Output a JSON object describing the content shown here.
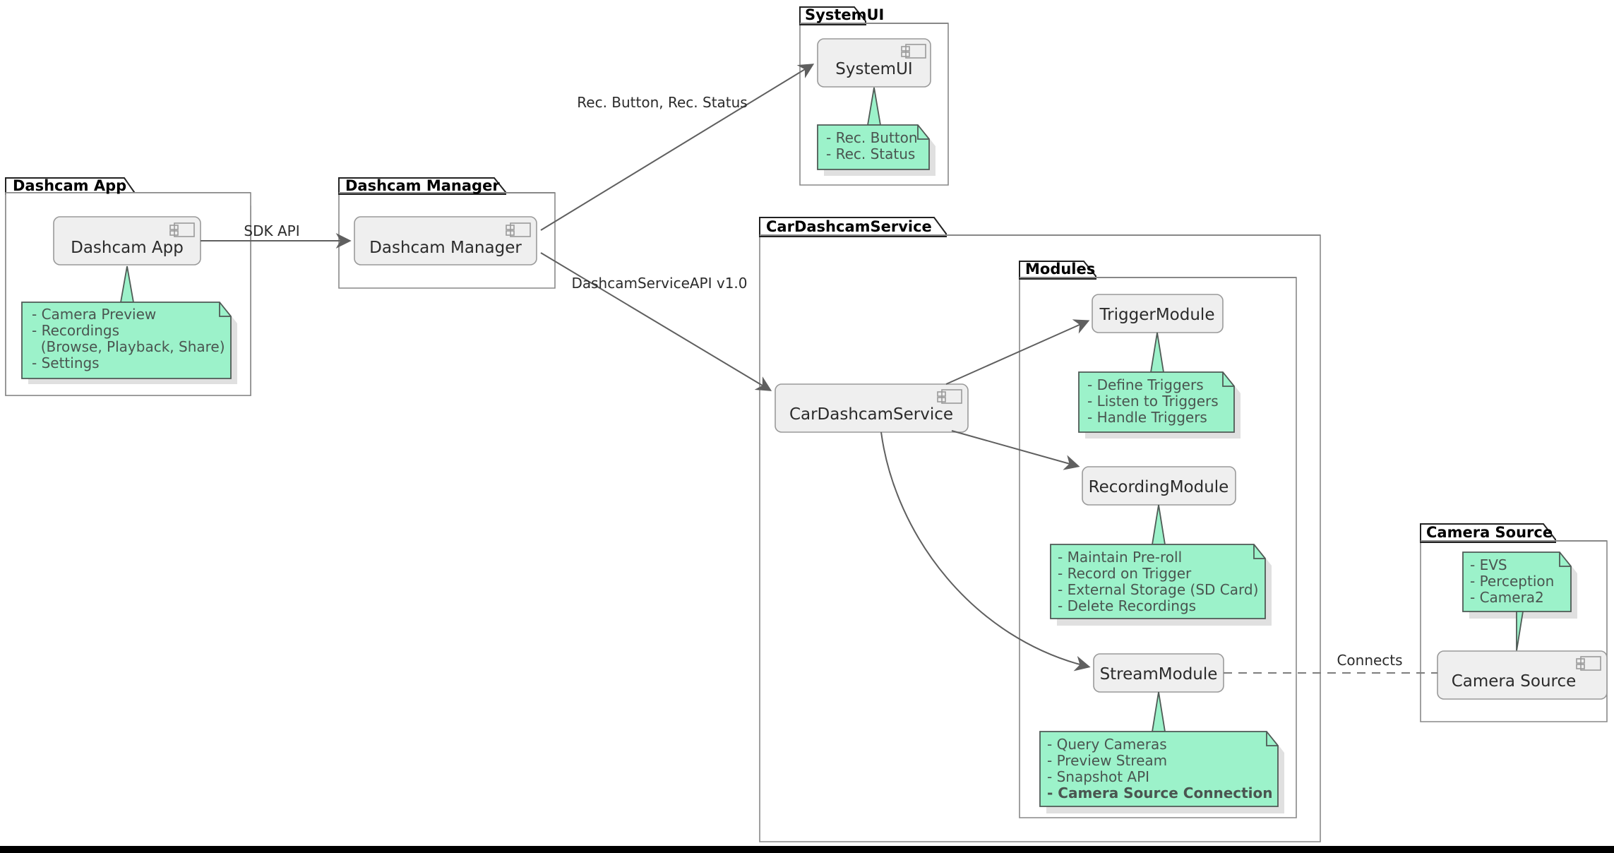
{
  "diagram": {
    "type": "uml-component-diagram",
    "title_visible": false,
    "colors": {
      "note_fill": "#9CF2CA",
      "component_fill": "#EFEFEF",
      "component_stroke": "#9A9A9A",
      "package_stroke": "#888888",
      "link_stroke": "#5F5F5F",
      "text": "#2B2B2B",
      "note_text": "#4A5550",
      "bottom_bar": "#000000"
    }
  },
  "packages": [
    {
      "id": "dashcam-app",
      "label": "Dashcam App"
    },
    {
      "id": "dashcam-manager",
      "label": "Dashcam Manager"
    },
    {
      "id": "systemui",
      "label": "SystemUI"
    },
    {
      "id": "cardashcamservice",
      "label": "CarDashcamService"
    },
    {
      "id": "modules",
      "label": "Modules"
    },
    {
      "id": "camera-source",
      "label": "Camera Source"
    }
  ],
  "components": [
    {
      "id": "dashcam-app-cmp",
      "label": "Dashcam App",
      "icon": "uml-component-icon"
    },
    {
      "id": "dashcam-manager-cmp",
      "label": "Dashcam Manager",
      "icon": "uml-component-icon"
    },
    {
      "id": "systemui-cmp",
      "label": "SystemUI",
      "icon": "uml-component-icon"
    },
    {
      "id": "cardashcamservice-cmp",
      "label": "CarDashcamService",
      "icon": "uml-component-icon"
    },
    {
      "id": "triggermodule-cmp",
      "label": "TriggerModule",
      "icon": "none"
    },
    {
      "id": "recordingmodule-cmp",
      "label": "RecordingModule",
      "icon": "none"
    },
    {
      "id": "streammodule-cmp",
      "label": "StreamModule",
      "icon": "none"
    },
    {
      "id": "camera-source-cmp",
      "label": "Camera Source",
      "icon": "uml-component-icon"
    }
  ],
  "notes": [
    {
      "id": "note-dashcam-app",
      "attached_to": "dashcam-app-cmp",
      "lines": [
        {
          "text": "- Camera Preview",
          "bold": false
        },
        {
          "text": "- Recordings",
          "bold": false
        },
        {
          "text": "  (Browse, Playback, Share)",
          "bold": false
        },
        {
          "text": "- Settings",
          "bold": false
        }
      ]
    },
    {
      "id": "note-systemui",
      "attached_to": "systemui-cmp",
      "lines": [
        {
          "text": "- Rec. Button",
          "bold": false
        },
        {
          "text": "- Rec. Status",
          "bold": false
        }
      ]
    },
    {
      "id": "note-triggermodule",
      "attached_to": "triggermodule-cmp",
      "lines": [
        {
          "text": "- Define Triggers",
          "bold": false
        },
        {
          "text": "- Listen to Triggers",
          "bold": false
        },
        {
          "text": "- Handle Triggers",
          "bold": false
        }
      ]
    },
    {
      "id": "note-recordingmodule",
      "attached_to": "recordingmodule-cmp",
      "lines": [
        {
          "text": "- Maintain Pre-roll",
          "bold": false
        },
        {
          "text": "- Record on Trigger",
          "bold": false
        },
        {
          "text": "- External Storage (SD Card)",
          "bold": false
        },
        {
          "text": "- Delete Recordings",
          "bold": false
        }
      ]
    },
    {
      "id": "note-streammodule",
      "attached_to": "streammodule-cmp",
      "lines": [
        {
          "text": "- Query Cameras",
          "bold": false
        },
        {
          "text": "- Preview Stream",
          "bold": false
        },
        {
          "text": "- Snapshot API",
          "bold": false
        },
        {
          "text": "- Camera Source Connection",
          "bold": true
        }
      ]
    },
    {
      "id": "note-camera-source",
      "attached_to": "camera-source-cmp",
      "lines": [
        {
          "text": "- EVS",
          "bold": false
        },
        {
          "text": "- Perception",
          "bold": false
        },
        {
          "text": "- Camera2",
          "bold": false
        }
      ]
    }
  ],
  "edges": [
    {
      "id": "edge-sdk-api",
      "from": "dashcam-app-cmp",
      "to": "dashcam-manager-cmp",
      "label": "SDK API",
      "style": "solid-arrow"
    },
    {
      "id": "edge-rec-button",
      "from": "dashcam-manager-cmp",
      "to": "systemui-cmp",
      "label": "Rec. Button, Rec. Status",
      "style": "solid-arrow"
    },
    {
      "id": "edge-service-api",
      "from": "dashcam-manager-cmp",
      "to": "cardashcamservice-cmp",
      "label": "DashcamServiceAPI v1.0",
      "style": "solid-arrow"
    },
    {
      "id": "edge-to-trigger",
      "from": "cardashcamservice-cmp",
      "to": "triggermodule-cmp",
      "label": "",
      "style": "solid-arrow"
    },
    {
      "id": "edge-to-recording",
      "from": "cardashcamservice-cmp",
      "to": "recordingmodule-cmp",
      "label": "",
      "style": "solid-arrow"
    },
    {
      "id": "edge-to-stream",
      "from": "cardashcamservice-cmp",
      "to": "streammodule-cmp",
      "label": "",
      "style": "solid-arrow"
    },
    {
      "id": "edge-connects",
      "from": "streammodule-cmp",
      "to": "camera-source-cmp",
      "label": "Connects",
      "style": "dashed"
    }
  ]
}
